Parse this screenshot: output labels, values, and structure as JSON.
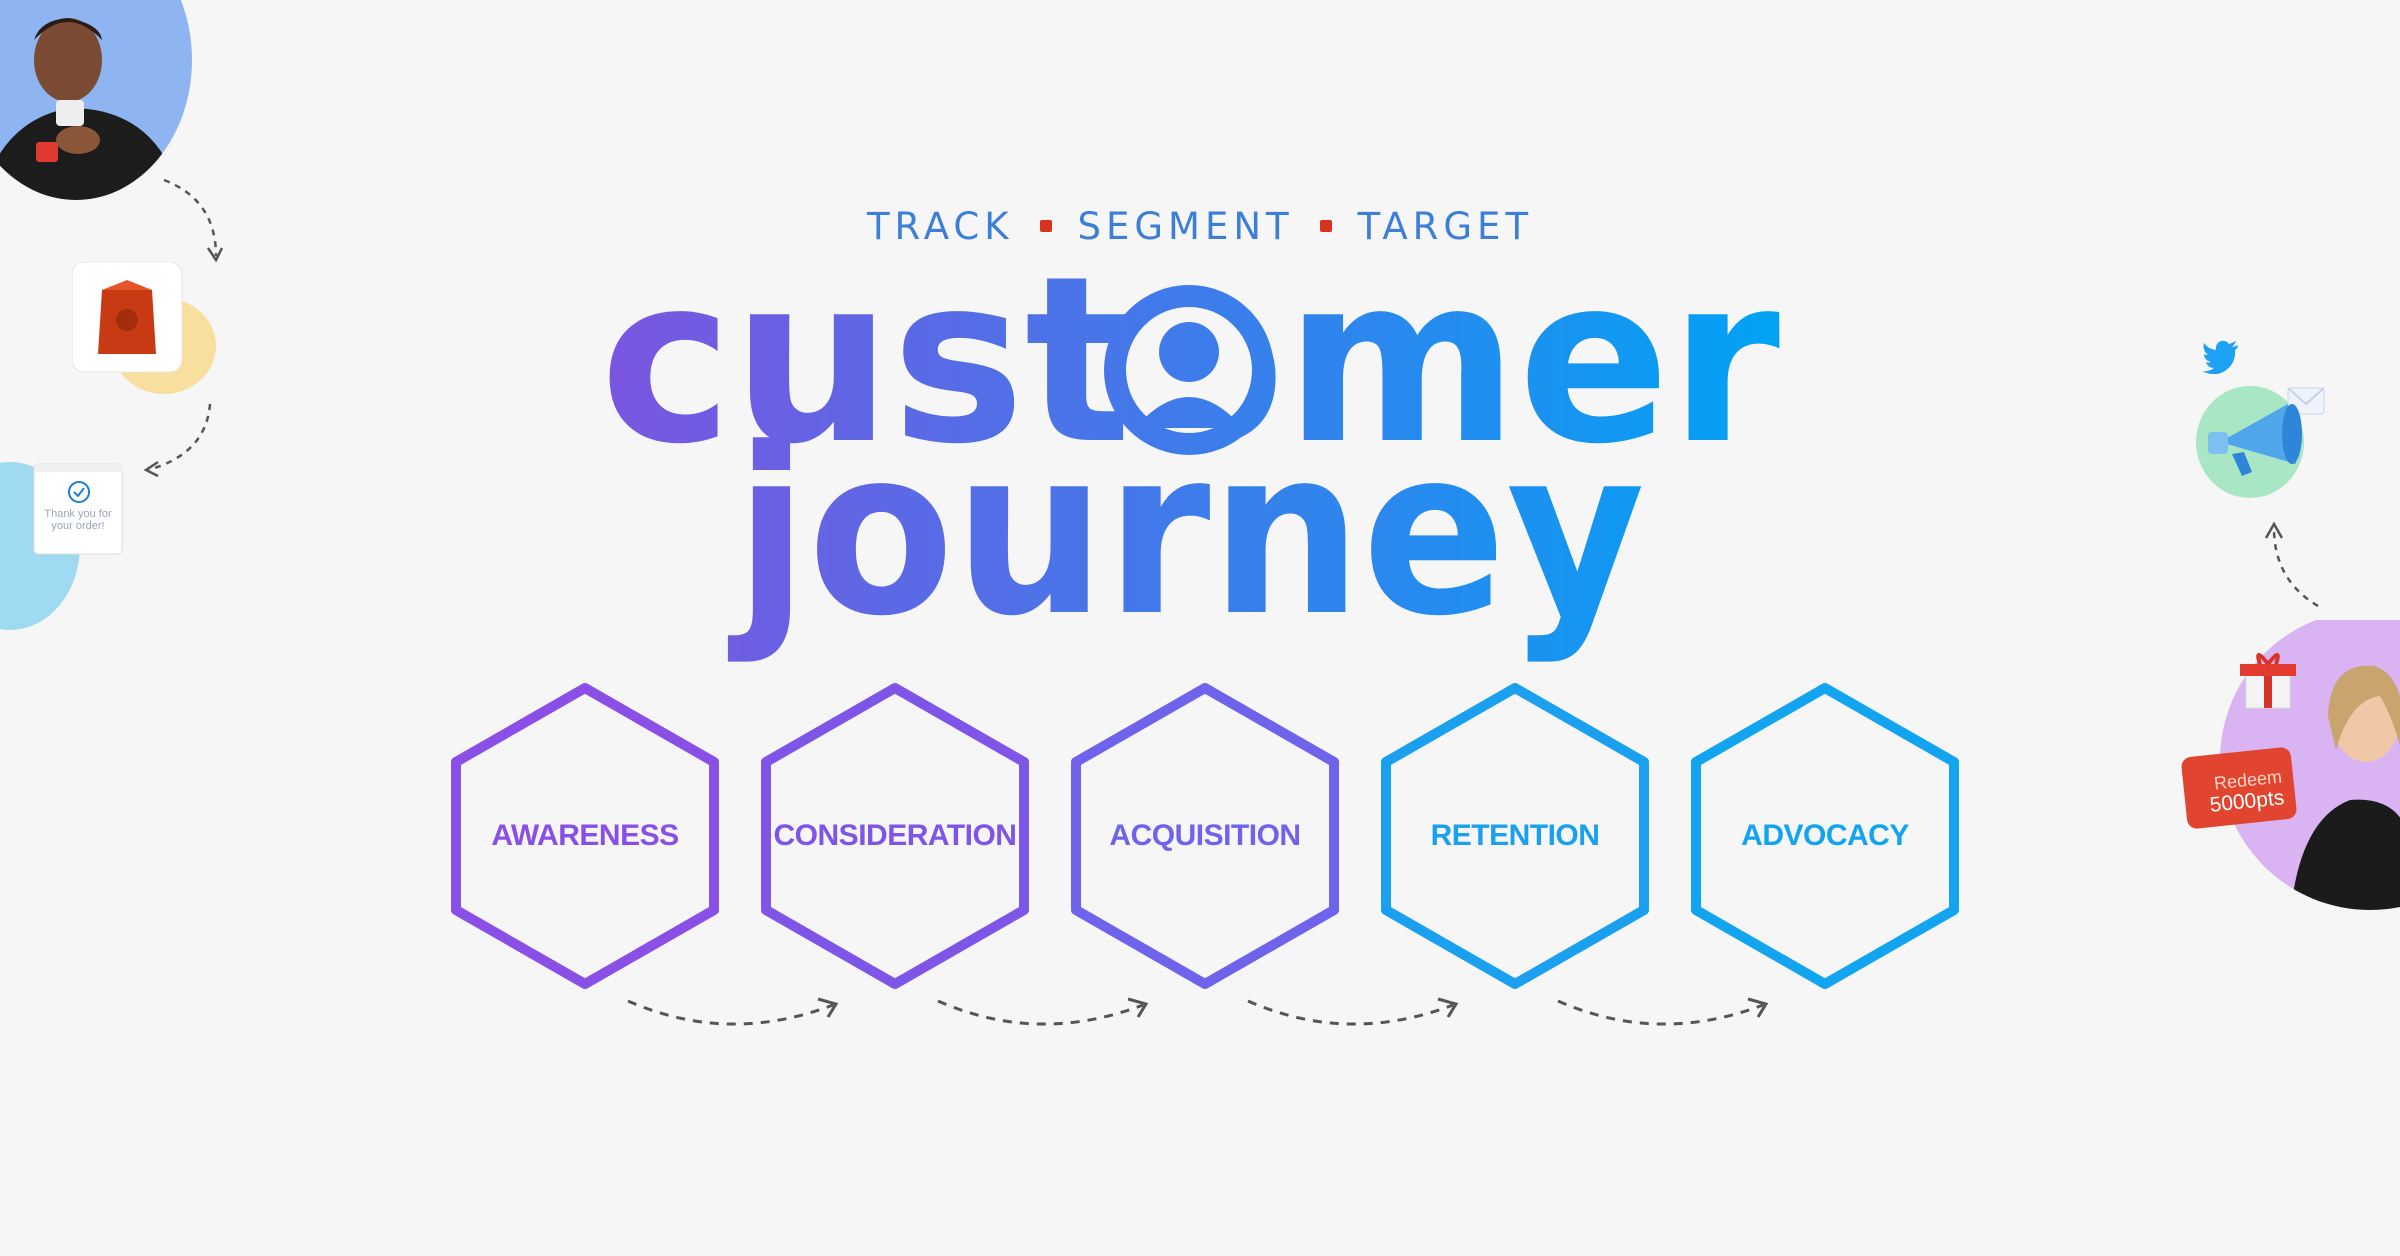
{
  "tagline": {
    "words": [
      "TRACK",
      "SEGMENT",
      "TARGET"
    ],
    "text_color": "#3d7fd6",
    "separator_color": "#d7331f"
  },
  "title": {
    "line1": "customer",
    "line2": "journey",
    "gradient": [
      "#7b55e0",
      "#00a3f5"
    ],
    "icon": "user-icon"
  },
  "stages": [
    {
      "label": "AWARENESS",
      "color": "#8a4fe6"
    },
    {
      "label": "CONSIDERATION",
      "color": "#7f55e8"
    },
    {
      "label": "ACQUISITION",
      "color": "#6f63ec"
    },
    {
      "label": "RETENTION",
      "color": "#1aa0ee"
    },
    {
      "label": "ADVOCACY",
      "color": "#12a4ef"
    }
  ],
  "decorations": {
    "order_card_text": "Thank you for your order!",
    "voucher_line1": "Redeem",
    "voucher_line2": "5000pts",
    "icons": [
      "coffee-bag-icon",
      "checkmark-icon",
      "twitter-bird-icon",
      "megaphone-icon",
      "gift-box-icon",
      "envelope-icon"
    ]
  }
}
